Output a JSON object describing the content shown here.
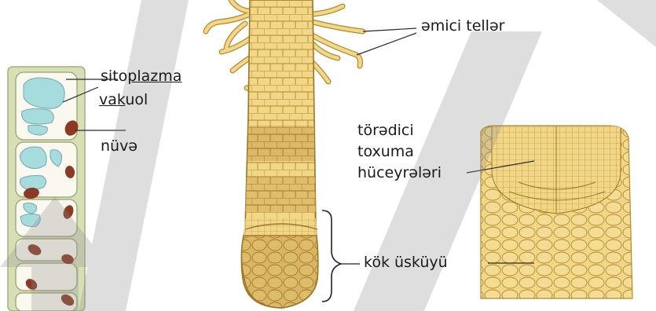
{
  "labels": {
    "cytoplasm_before": "sito",
    "cytoplasm_underlined": "plazma",
    "vacuole_underlined": "vak",
    "vacuole_after": "uol",
    "nucleus": "nüvə",
    "root_hairs": "əmici tellər",
    "meristem_line1": "törədici",
    "meristem_line2": "toxuma",
    "meristem_line3": "hüceyrələri",
    "root_cap": "kök üsküyü"
  },
  "colors": {
    "cell_fill": "#f2d789",
    "cell_stroke": "#b28a2c",
    "root_shade": "#d8b463",
    "cap_shade": "#cfa855",
    "vacuole": "#a7dcdf",
    "nucleus": "#8b3a24",
    "cell_wall_green": "#d7e0b5",
    "watermark": "#8a8a8a"
  },
  "icons": [
    "arrow-watermark-icon"
  ]
}
